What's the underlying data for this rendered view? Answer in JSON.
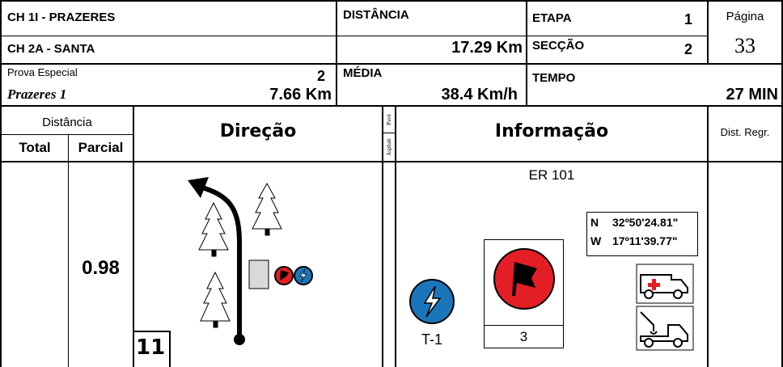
{
  "header": {
    "ch1": "CH 1I - PRAZERES",
    "ch2": "CH 2A - SANTA",
    "distancia_label": "DISTÂNCIA",
    "distancia_value": "17.29 Km",
    "etapa_label": "ETAPA",
    "etapa_value": "1",
    "seccao_label": "SECÇÃO",
    "seccao_value": "2",
    "pagina_label": "Página",
    "pagina_value": "33",
    "prova_label": "Prova Especial",
    "prova_number": "2",
    "prova_name": "Prazeres 1",
    "prova_km": "7.66 Km",
    "media_label": "MÉDIA",
    "media_value": "38.4 Km/h",
    "tempo_label": "TEMPO",
    "tempo_value": "27 MIN"
  },
  "columns": {
    "distancia": "Distância",
    "total": "Total",
    "parcial": "Parcial",
    "direcao": "Direção",
    "pave": "Pavé",
    "asphalt": "Asphalt",
    "informacao": "Informação",
    "dist_regr": "Dist. Regr."
  },
  "row": {
    "parcial": "0.98",
    "number": "11",
    "road": "ER 101",
    "coord_n_label": "N",
    "coord_n": "32º50'24.81\"",
    "coord_w_label": "W",
    "coord_w": "17º11'39.77\"",
    "t_label": "T-1",
    "flag_count": "3"
  },
  "colors": {
    "red": "#e31e24",
    "blue": "#1b75bb",
    "gray": "#d9d9d9"
  },
  "icons": [
    "turn-left-arrow-icon",
    "tree-icon",
    "red-flag-icon",
    "lightning-icon",
    "ambulance-icon",
    "tow-truck-icon"
  ]
}
